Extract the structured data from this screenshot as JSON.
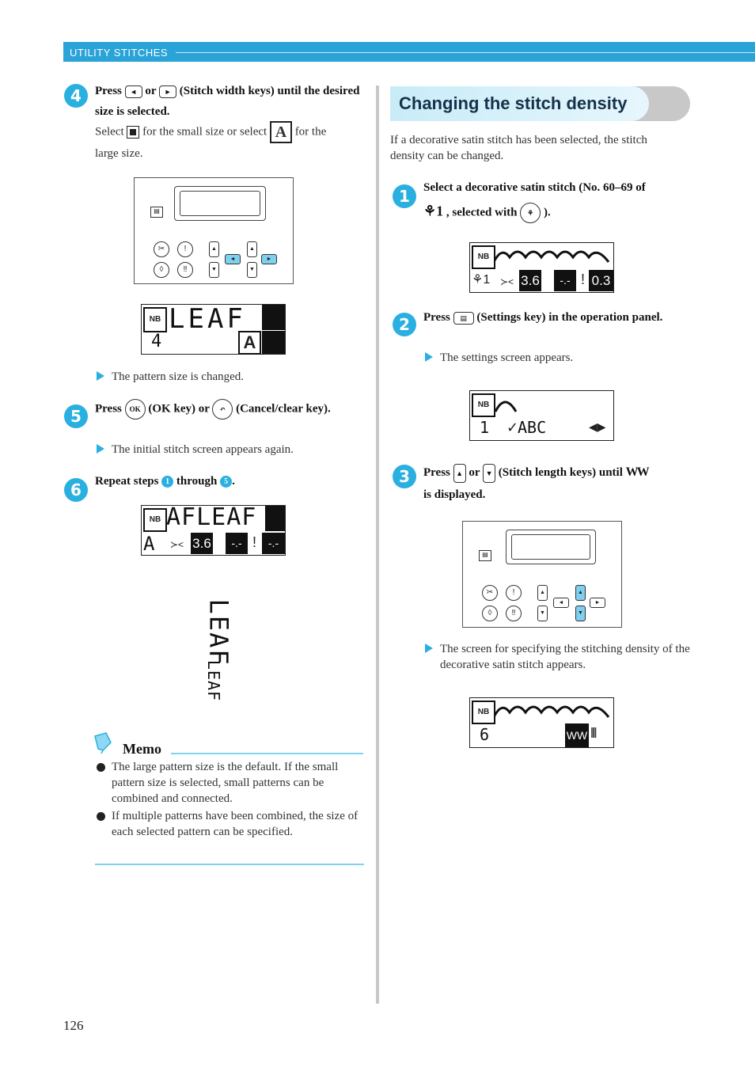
{
  "header": {
    "section": "UTILITY STITCHES"
  },
  "left": {
    "step4": {
      "num": "4",
      "press": "Press",
      "or": "or",
      "instruction": "(Stitch width keys) until the desired size is selected.",
      "select_a": "Select",
      "select_b": "for the small size or select",
      "select_c": "for the",
      "select_d": "large size."
    },
    "lcd1": {
      "text": "LEAF",
      "num": "4"
    },
    "result1": "The pattern size is changed.",
    "step5": {
      "num": "5",
      "press": "Press",
      "ok": "(OK key) or",
      "cancel": "(Cancel/clear key).",
      "ok_key": "OK"
    },
    "result2": "The initial stitch screen appears again.",
    "step6": {
      "num": "6",
      "text_a": "Repeat steps",
      "ref1": "1",
      "text_b": "through",
      "ref2": "5",
      "text_c": "."
    },
    "lcd2": {
      "text": "AFLEAF",
      "value": "3.6"
    },
    "sample_big": "LEAF",
    "sample_small": "LEAF",
    "memo": {
      "title": "Memo",
      "items": [
        "The large pattern size is the default. If the small pattern size is selected, small patterns can be combined and connected.",
        "If multiple patterns have been combined, the size of each selected pattern can be specified."
      ]
    }
  },
  "right": {
    "title": "Changing the stitch density",
    "intro": "If a decorative satin stitch has been selected, the stitch density can be changed.",
    "step1": {
      "num": "1",
      "text": "Select a decorative satin stitch (No. 60–69 of",
      "text_b": ", selected with",
      "text_c": ")."
    },
    "lcd3": {
      "value1": "3.6",
      "value2": "0.3"
    },
    "step2": {
      "num": "2",
      "press": "Press",
      "text": "(Settings key) in the operation panel."
    },
    "result3": "The settings screen appears.",
    "lcd4": {
      "num": "1",
      "text": "ABC"
    },
    "step3": {
      "num": "3",
      "press": "Press",
      "or": "or",
      "text": "(Stitch length keys) until",
      "text_b": "is displayed."
    },
    "result4": "The screen for specifying the stitching density of the decorative satin stitch appears.",
    "lcd5": {
      "num": "6"
    }
  },
  "page_number": "126"
}
